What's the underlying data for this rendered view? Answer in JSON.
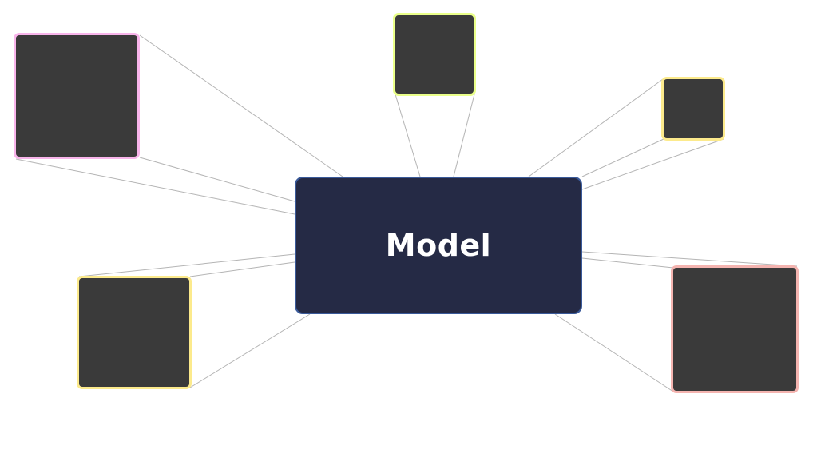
{
  "center": {
    "label": "Model",
    "fill_color": "#252a45",
    "border_color": "#3a5a9a"
  },
  "satellites": [
    {
      "id": "sat-pink",
      "border_color": "#f8b4ea"
    },
    {
      "id": "sat-lime",
      "border_color": "#eaff8a"
    },
    {
      "id": "sat-yellow-small",
      "border_color": "#fcea8c"
    },
    {
      "id": "sat-yellow-large",
      "border_color": "#fcea8c"
    },
    {
      "id": "sat-salmon",
      "border_color": "#f4b4b0"
    }
  ],
  "connector_color": "#b4b4b4"
}
